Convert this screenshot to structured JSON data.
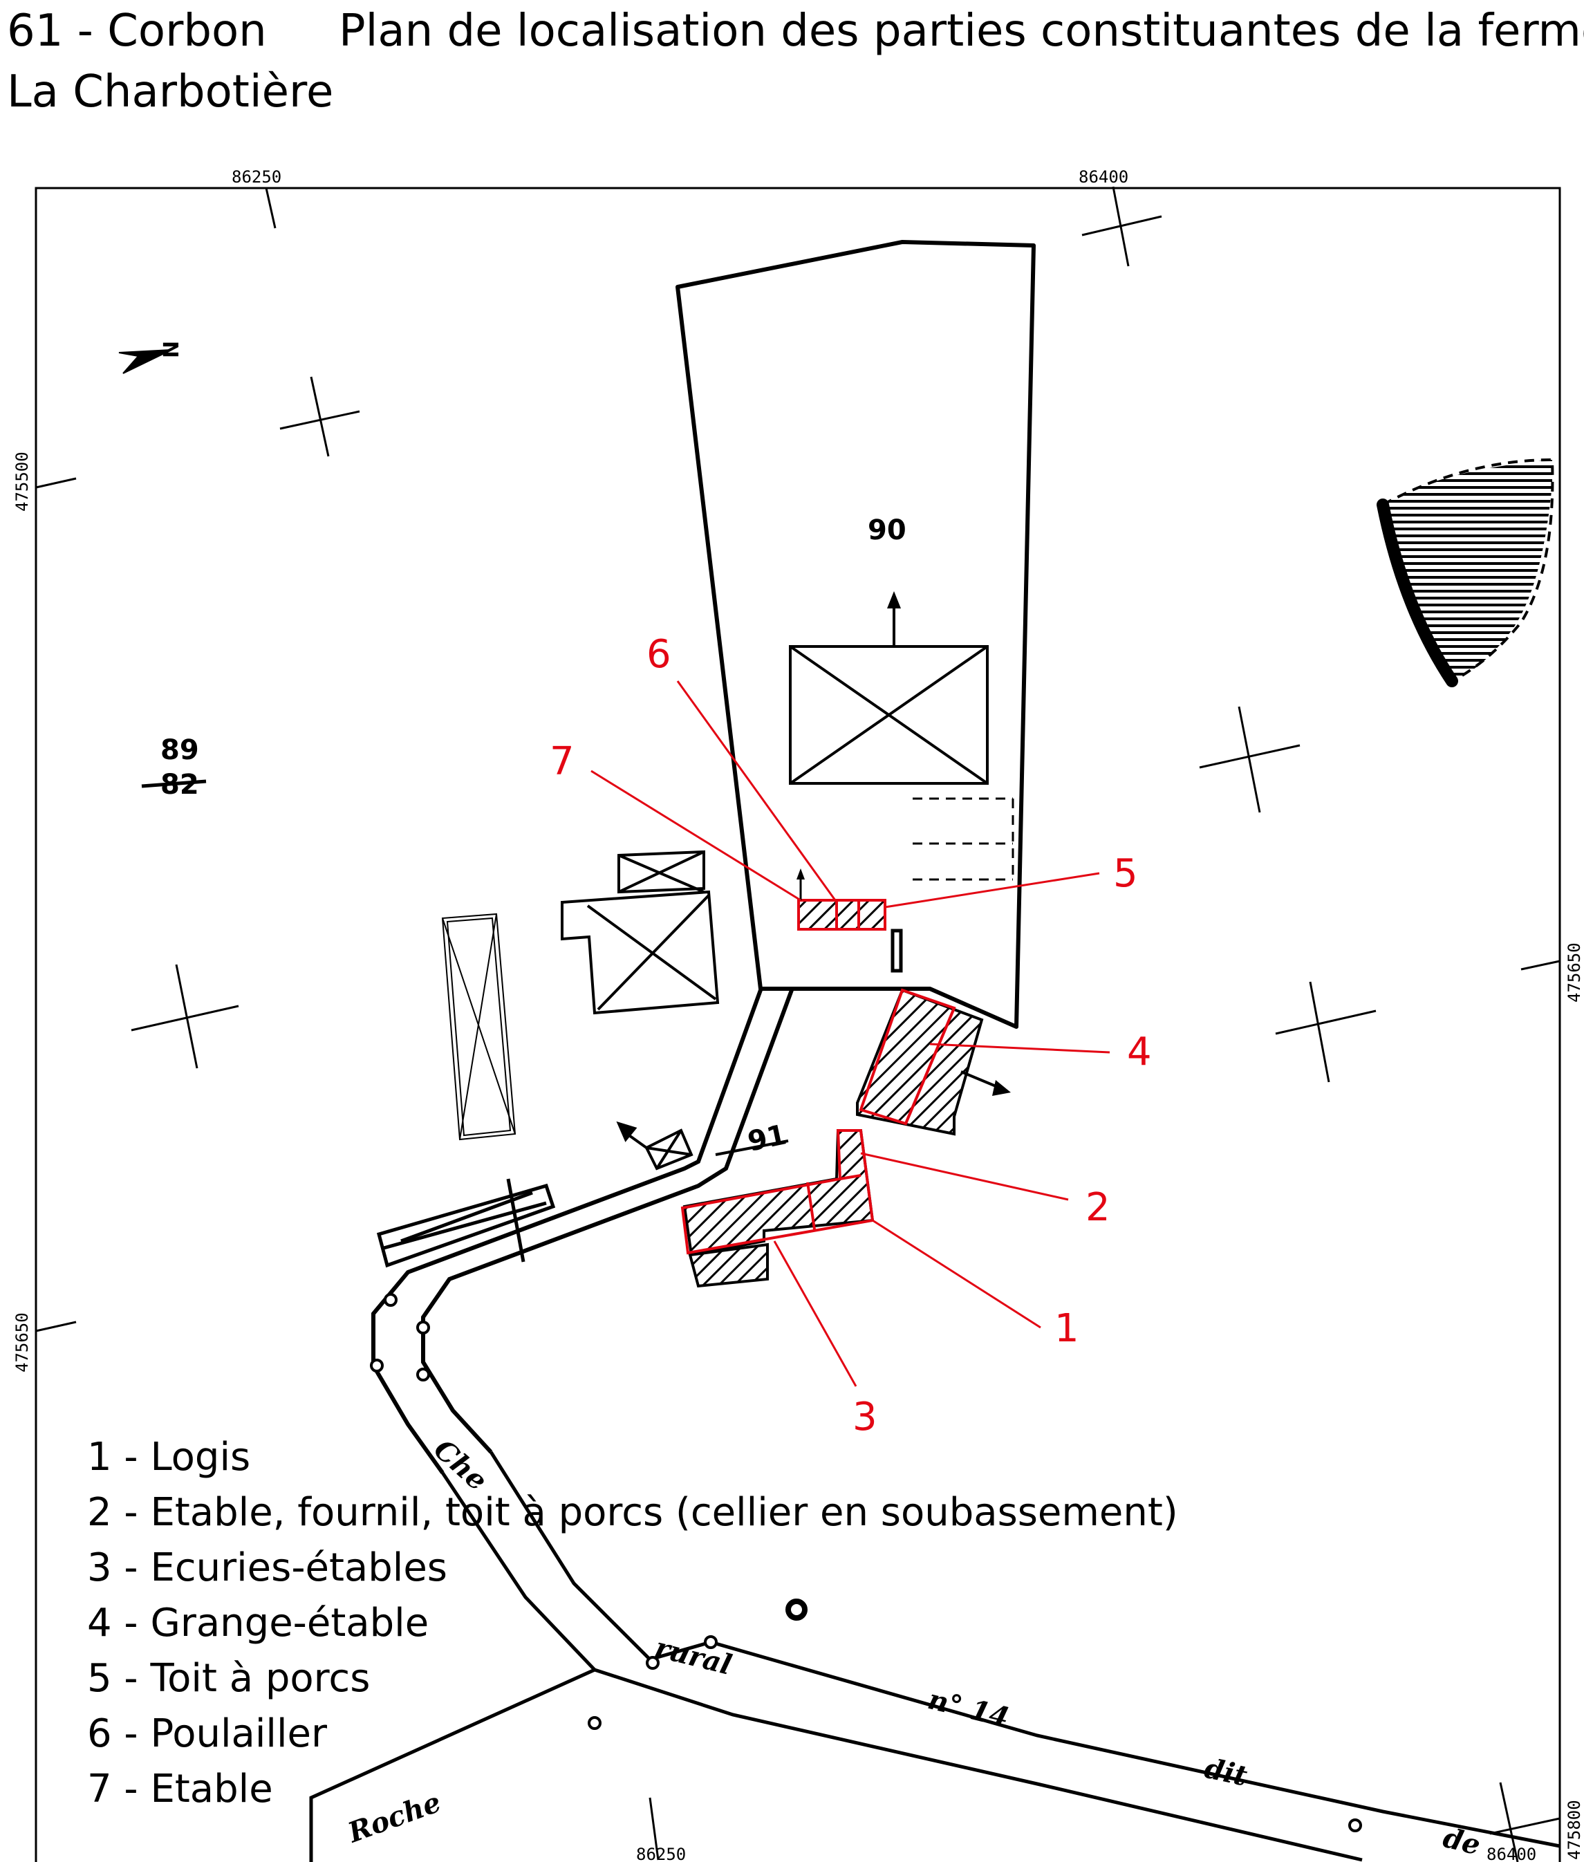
{
  "title": {
    "commune": "61 - Corbon",
    "heading": "Plan de localisation des parties constituantes de la ferme",
    "place": "La Charbotière"
  },
  "coordinates": {
    "top_left": "86250",
    "top_right": "86400",
    "bottom_left": "86250",
    "bottom_right": "86400",
    "left_upper": "475500",
    "left_lower": "475650",
    "right_upper": "475650",
    "right_lower": "475800"
  },
  "north_label": "N",
  "parcels": {
    "p90": "90",
    "p91": "91",
    "p89": "89",
    "p89_sub": "82"
  },
  "street_text": {
    "part1": "Che",
    "part2": "rural",
    "part3": "n° 14",
    "part4": "dit",
    "part5": "Roche",
    "part6": "de"
  },
  "callouts": [
    "1",
    "2",
    "3",
    "4",
    "5",
    "6",
    "7"
  ],
  "legend": [
    "1 - Logis",
    "2 - Etable, fournil, toit à porcs (cellier en soubassement)",
    "3 - Ecuries-étables",
    "4 - Grange-étable",
    "5 - Toit à porcs",
    "6 - Poulailler",
    "7 - Etable"
  ],
  "colors": {
    "highlight": "#e30613",
    "ink": "#000000"
  }
}
